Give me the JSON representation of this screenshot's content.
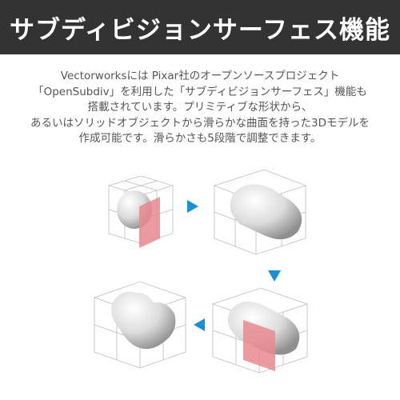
{
  "header": {
    "title": "サブディビジョンサーフェス機能"
  },
  "description": {
    "lines": [
      "Vectorworksには Pixar社のオープンソースプロジェクト",
      "「OpenSubdiv」を利用した「サブディビジョンサーフェス」機能も",
      "搭載されています。プリミティブな形状から、",
      "あるいはソリッドオブジェクトから滑らかな曲面を持った3Dモデルを",
      "作成可能です。滑らかさも5段階で調整できます。"
    ]
  },
  "colors": {
    "header_bg": "#333333",
    "arrow": "#1a8fd6",
    "plane": "#e8888e",
    "grid": "#bbbbbb"
  },
  "icons": [
    "arrow-right-icon",
    "arrow-down-icon",
    "arrow-left-icon"
  ]
}
